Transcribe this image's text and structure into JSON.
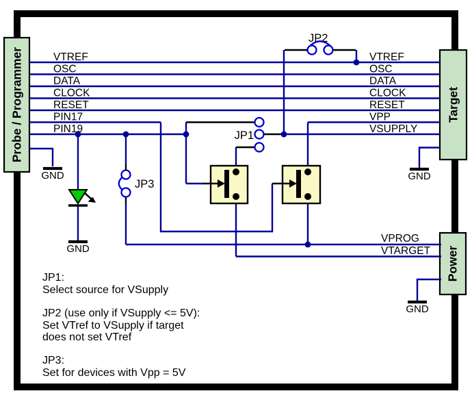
{
  "blocks": {
    "probe": "Probe / Programmer",
    "target": "Target",
    "power": "Power"
  },
  "signals": {
    "left": [
      "VTREF",
      "OSC",
      "DATA",
      "CLOCK",
      "RESET",
      "PIN17",
      "PIN19"
    ],
    "right": [
      "VTREF",
      "OSC",
      "DATA",
      "CLOCK",
      "RESET",
      "VPP",
      "VSUPPLY"
    ],
    "power": [
      "VPROG",
      "VTARGET"
    ]
  },
  "jumpers": {
    "jp1": "JP1",
    "jp2": "JP2",
    "jp3": "JP3"
  },
  "gnd": "GND",
  "notes": [
    "JP1:",
    "Select source for VSupply",
    "JP2 (use only if VSupply <= 5V):",
    "Set VTref to VSupply if target",
    "does not set VTref",
    "JP3:",
    "Set for devices with Vpp = 5V"
  ],
  "colors": {
    "wire": "#000099",
    "jumper": "#0000CC",
    "block_fill": "#C8E2C6",
    "mosfet_fill": "#FAF9C5",
    "led_green": "#00CC00",
    "frame": "#000000"
  }
}
